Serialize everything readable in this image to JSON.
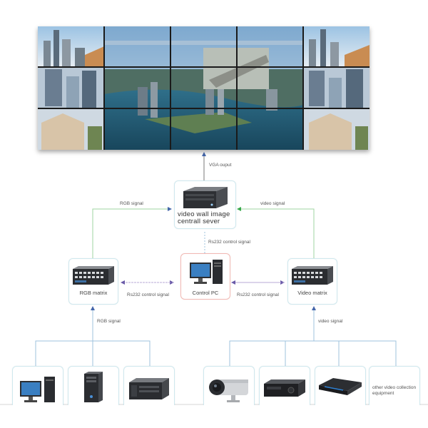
{
  "labels": {
    "vga_output": "VGA ouput",
    "rgb_signal_top": "RGB signal",
    "video_signal_top": "video signal",
    "server_line1": "video wall image",
    "server_line2": "centrall sever",
    "rs232_top": "Rs232 control signal",
    "rgb_matrix": "RGB matrix",
    "control_pc": "Control PC",
    "video_matrix": "Video matrix",
    "rs232_left": "Rs232 control signal",
    "rs232_right": "Rs232 control signal",
    "rgb_signal_bottom": "RGB signal",
    "video_signal_bottom": "video signal",
    "other_video_line1": "other video collection",
    "other_video_line2": "equipment"
  },
  "colors": {
    "green_line": "#9fd4a0",
    "blue_line": "#9fc3de",
    "arrow_green": "#37a84a",
    "arrow_blue": "#4466aa",
    "arrow_purple": "#6a5aa8",
    "pc_border": "#f2b8b3",
    "box_border": "#cfe8ee"
  },
  "icons": [
    "video-wall-image",
    "server-icon",
    "matrix-switcher-icon",
    "desktop-pc-icon",
    "tower-pc-icon",
    "rack-server-icon",
    "security-camera-icon",
    "dvd-player-icon",
    "media-box-icon"
  ]
}
